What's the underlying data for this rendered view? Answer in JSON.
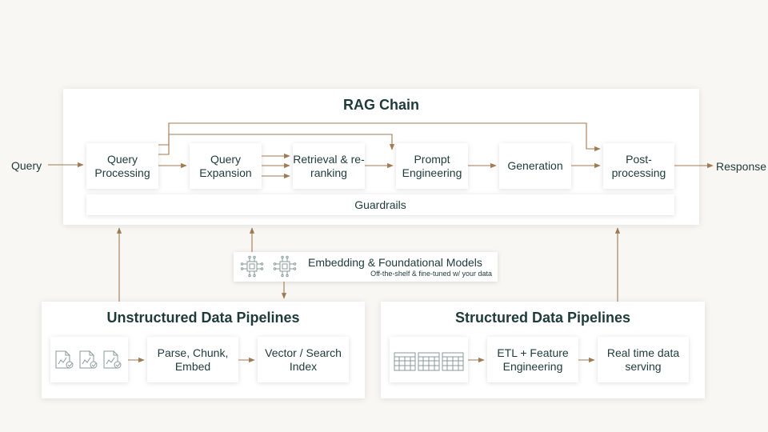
{
  "rag_chain": {
    "title": "RAG Chain",
    "query_label": "Query",
    "response_label": "Response",
    "steps": {
      "query_processing": "Query Processing",
      "query_expansion": "Query Expansion",
      "retrieval": "Retrieval & re-ranking",
      "prompt_engineering": "Prompt Engineering",
      "generation": "Generation",
      "post_processing": "Post-processing"
    },
    "guardrails": "Guardrails"
  },
  "models": {
    "title": "Embedding & Foundational Models",
    "subtitle": "Off-the-shelf & fine-tuned w/ your data"
  },
  "unstructured": {
    "title": "Unstructured Data Pipelines",
    "parse": "Parse, Chunk, Embed",
    "index": "Vector / Search Index"
  },
  "structured": {
    "title": "Structured Data Pipelines",
    "etl": "ETL + Feature Engineering",
    "serving": "Real time data serving"
  },
  "colors": {
    "background": "#f8f7f3",
    "arrow": "#a07a52",
    "text": "#1f3a3a",
    "icon": "#8a9a9a"
  }
}
